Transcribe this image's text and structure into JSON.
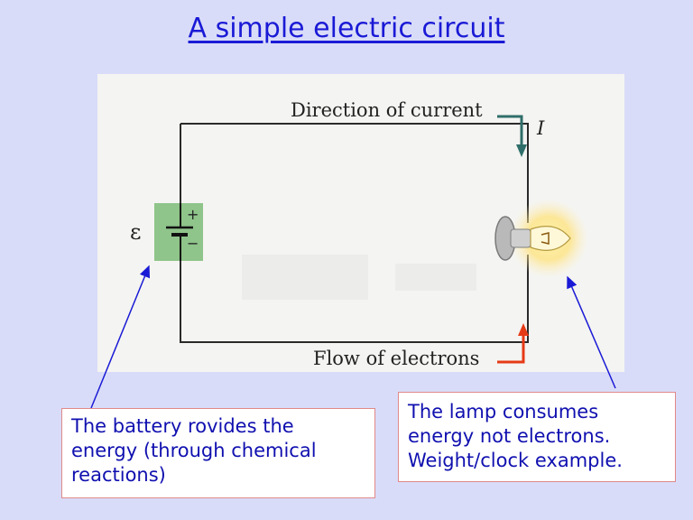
{
  "title": "A simple electric circuit",
  "diagram": {
    "current_label": "Direction of current",
    "current_symbol": "I",
    "electrons_label": "Flow of electrons",
    "emf_symbol": "ε",
    "plus": "+",
    "minus": "−"
  },
  "callouts": {
    "battery": "The battery rovides the energy (through chemical reactions)",
    "lamp": "The lamp consumes energy not electrons. Weight/clock example."
  },
  "colors": {
    "title": "#1a1ad6",
    "callout_text": "#1010b0",
    "battery_bg": "#8fc48a",
    "current_arrow": "#2f6e6a",
    "electron_arrow": "#e63a16",
    "pointer": "#1a1ad6"
  }
}
